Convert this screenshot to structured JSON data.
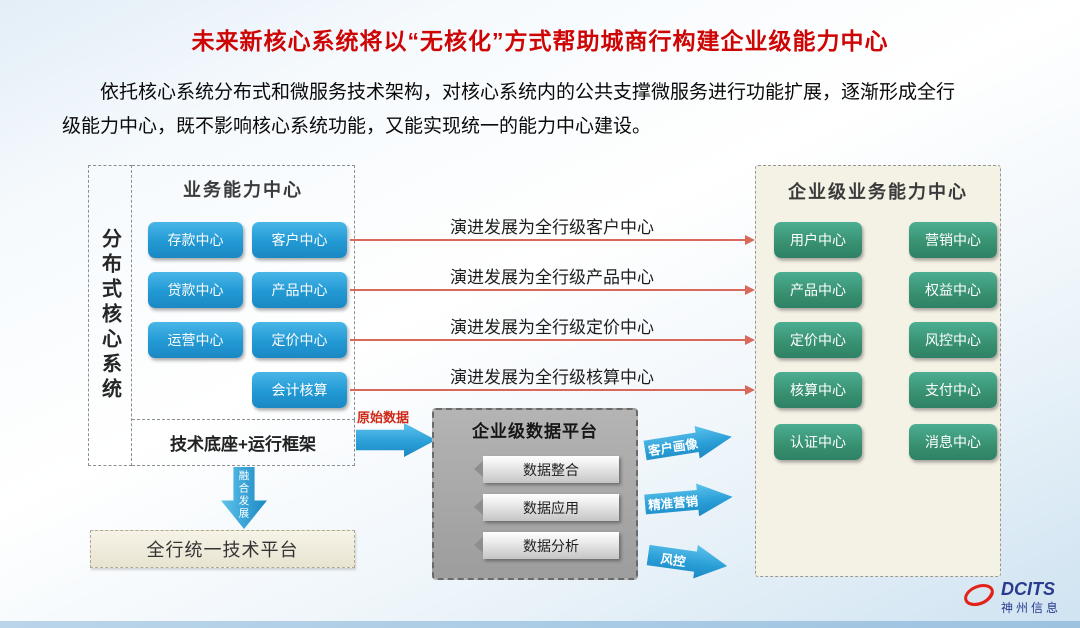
{
  "colors": {
    "title_red": "#CE0505",
    "blue_button": "#2299D4",
    "green_button": "#379070",
    "evolution_arrow": "#D9695A",
    "flow_arrow_blue": "#2B9FD8"
  },
  "header": {
    "title": "未来新核心系统将以“无核化”方式帮助城商行构建企业级能力中心",
    "intro": "依托核心系统分布式和微服务技术架构，对核心系统内的公共支撑微服务进行功能扩展，逐渐形成全行级能力中心，既不影响核心系统功能，又能实现统一的能力中心建设。"
  },
  "left_panel": {
    "side_label": "分布式核心系统",
    "title": "业务能力中心",
    "buttons": [
      "存款中心",
      "客户中心",
      "贷款中心",
      "产品中心",
      "运营中心",
      "定价中心",
      "会计核算"
    ],
    "tech_base": "技术底座+运行框架",
    "fusion_arrow_label": "融合发展",
    "unified_platform": "全行统一技术平台"
  },
  "evolution_labels": [
    "演进发展为全行级客户中心",
    "演进发展为全行级产品中心",
    "演进发展为全行级定价中心",
    "演进发展为全行级核算中心"
  ],
  "data_platform": {
    "input_label": "原始数据",
    "title": "企业级数据平台",
    "ribbons": [
      "数据整合",
      "数据应用",
      "数据分析"
    ],
    "outputs": [
      "客户画像",
      "精准营销",
      "风控"
    ]
  },
  "right_panel": {
    "title": "企业级业务能力中心",
    "buttons": [
      "用户中心",
      "营销中心",
      "产品中心",
      "权益中心",
      "定价中心",
      "风控中心",
      "核算中心",
      "支付中心",
      "认证中心",
      "消息中心"
    ]
  },
  "logo": {
    "brand": "DCITS",
    "company": "神州信息"
  }
}
